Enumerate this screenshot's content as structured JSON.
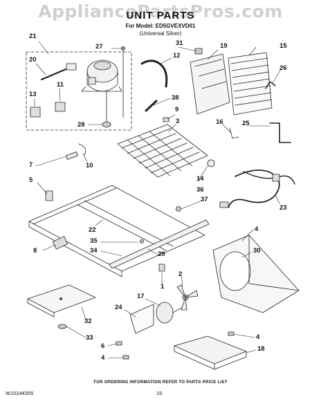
{
  "header": {
    "watermark": "AppliancePartsPros.com",
    "title": "UNIT PARTS",
    "model_line": "For Model: ED5GVEXVD01",
    "variant_line": "(Universal Silver)"
  },
  "callouts": [
    "21",
    "27",
    "20",
    "11",
    "13",
    "28",
    "31",
    "19",
    "15",
    "12",
    "26",
    "38",
    "9",
    "3",
    "16",
    "25",
    "7",
    "10",
    "5",
    "14",
    "36",
    "37",
    "23",
    "22",
    "35",
    "34",
    "29",
    "8",
    "30",
    "4",
    "1",
    "2",
    "17",
    "24",
    "32",
    "33",
    "6",
    "18"
  ],
  "footer": {
    "note": "FOR ORDERING INFORMATION REFER TO PARTS PRICE LIST",
    "doc_id": "W10244355",
    "page": "15"
  }
}
